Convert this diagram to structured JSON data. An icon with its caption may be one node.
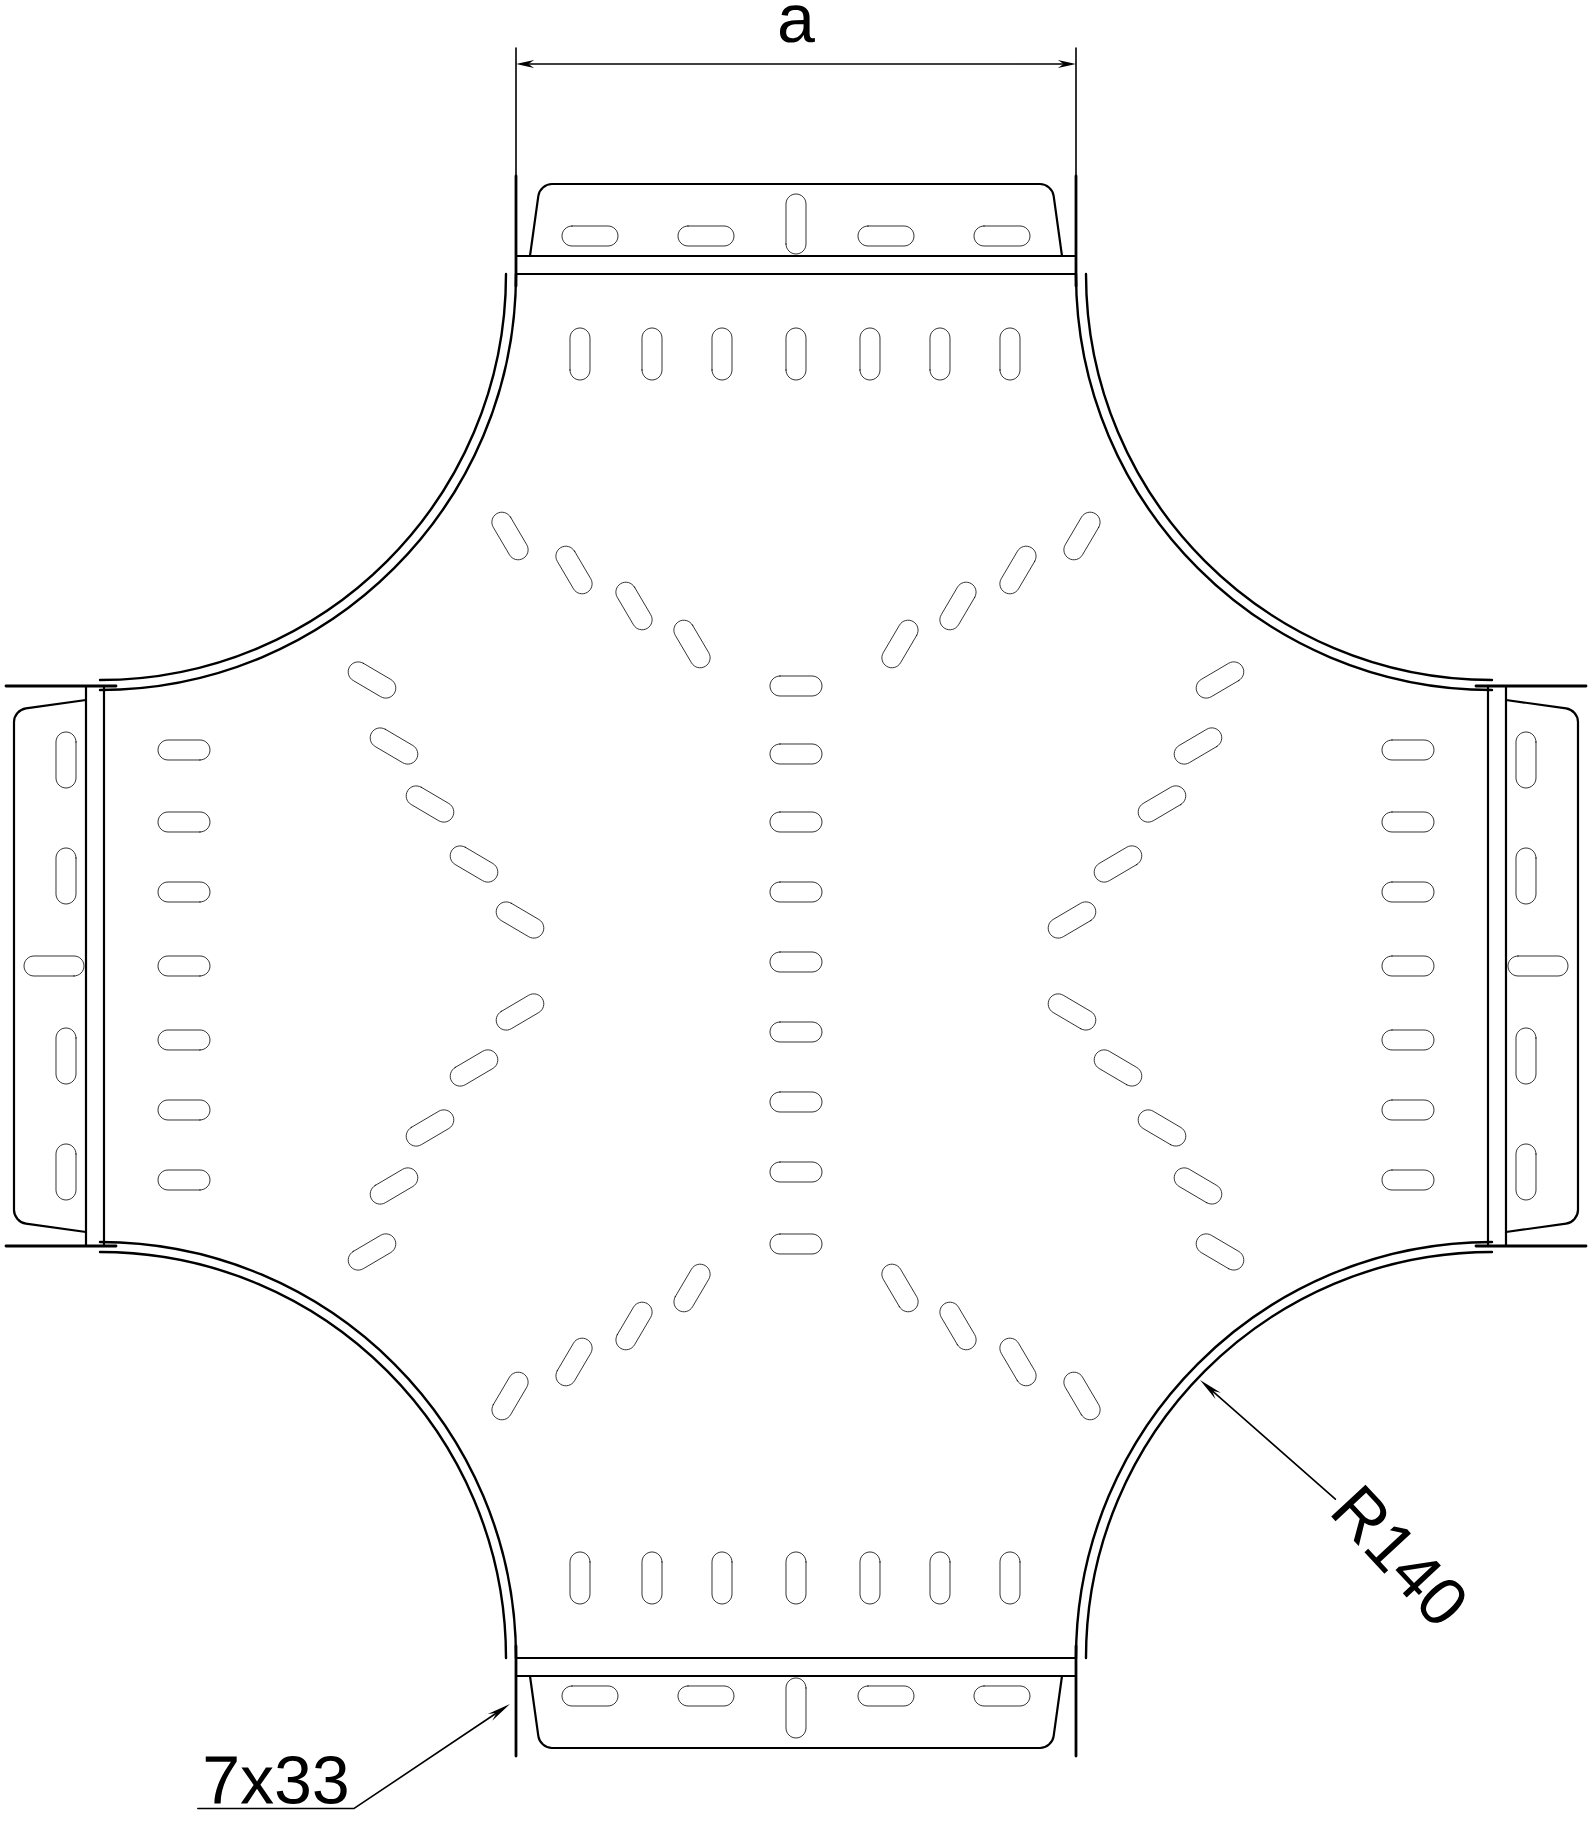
{
  "diagram": {
    "nodes": [
      {
        "text": [
          "R140"
        ]
      },
      {
        "text": [
          "7x33"
        ]
      }
    ],
    "edges": [
      {
        "from": 0,
        "to": null,
        "arrow": "to"
      },
      {
        "from": 1,
        "to": null,
        "arrow": "to"
      }
    ],
    "labels": [
      "a"
    ]
  }
}
